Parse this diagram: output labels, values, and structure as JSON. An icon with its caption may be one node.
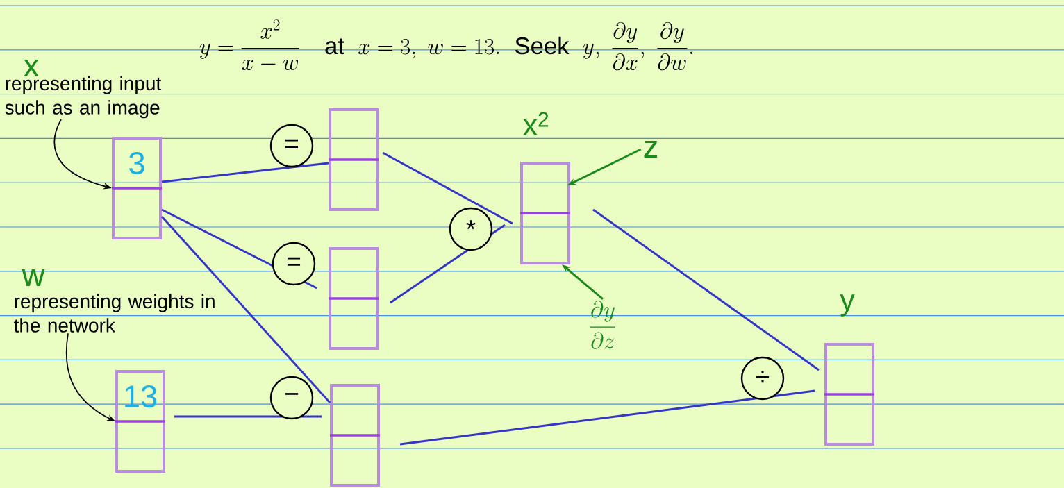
{
  "diagram": {
    "title": "y=\\frac{x^{2}}{x-w}\\quad \\mathrm{at}\\ \\ x=3,\\ w=13.\\ \\ \\mathrm{Seek}\\ \\ y,\\ \\frac{\\partial y}{\\partial x},\\ \\frac{\\partial y}{\\partial w}.",
    "nodes": [
      {
        "text": [
          "representing input such as an image"
        ]
      },
      {
        "text": [
          "3"
        ]
      },
      {
        "text": [
          "representing weights in the network"
        ]
      },
      {
        "text": [
          "13"
        ]
      },
      {
        "text": [],
        "shape": "box"
      },
      {
        "text": [],
        "shape": "box"
      },
      {
        "text": [],
        "shape": "box"
      },
      {
        "text": [],
        "shape": "box",
        "beside": [
          "x$^{2}$"
        ]
      },
      {
        "text": [],
        "shape": "box",
        "beside": [
          "y"
        ]
      },
      {
        "text": [
          "z"
        ]
      },
      {
        "text": [
          "\\frac{\\partial y}{\\partial z}"
        ]
      }
    ],
    "edges": [
      {
        "from": 0,
        "to": 1,
        "arrow": "to",
        "color": "#000000"
      },
      {
        "from": 2,
        "to": 3,
        "arrow": "to",
        "color": "#000000"
      },
      {
        "from": 1,
        "to": 4,
        "arrow": "none",
        "label": "="
      },
      {
        "from": 1,
        "to": 5,
        "arrow": "none",
        "label": "="
      },
      {
        "from": 1,
        "to": 6,
        "arrow": "none"
      },
      {
        "from": 3,
        "to": 6,
        "arrow": "none",
        "label": "−"
      },
      {
        "from": 4,
        "to": 7,
        "arrow": "none"
      },
      {
        "from": 5,
        "to": 7,
        "arrow": "none",
        "label": "*"
      },
      {
        "from": 7,
        "to": 8,
        "arrow": "none"
      },
      {
        "from": 6,
        "to": 8,
        "arrow": "none",
        "label": "÷"
      },
      {
        "from": 9,
        "to": 7,
        "arrow": "to",
        "color": "#1a8a1a"
      },
      {
        "from": 10,
        "to": 7,
        "arrow": "to",
        "color": "#1a8a1a"
      }
    ],
    "labels": [
      "x",
      "w"
    ]
  }
}
